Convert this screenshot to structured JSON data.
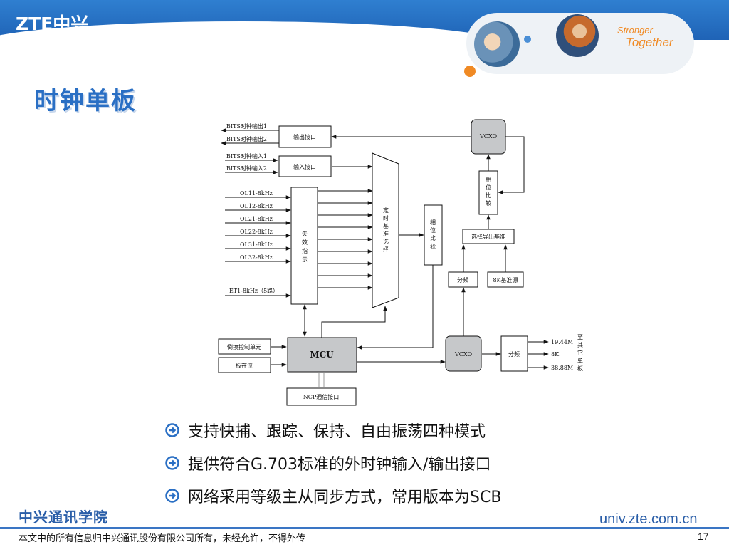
{
  "header": {
    "logo": "ZTE中兴",
    "slogan_line1": "Stronger",
    "slogan_line2": "Together",
    "accent_color": "#1f63b6",
    "slogan_color": "#f08a24"
  },
  "title": "时钟单板",
  "diagram": {
    "signals": {
      "bits_out_1": "BITS时钟输出1",
      "bits_out_2": "BITS时钟输出2",
      "bits_in_1": "BITS时钟输入1",
      "bits_in_2": "BITS时钟输入2",
      "ol11": "OL11-8kHz",
      "ol12": "OL12-8kHz",
      "ol21": "OL21-8kHz",
      "ol22": "OL22-8kHz",
      "ol31": "OL31-8kHz",
      "ol32": "OL32-8kHz",
      "et1": "ET1-8kHz（5路）",
      "out_19m": "19.44M",
      "out_8k": "8K",
      "out_38m": "38.88M"
    },
    "blocks": {
      "output_interface": "输出接口",
      "input_interface": "输入接口",
      "loss_indicator": [
        "失",
        "效",
        "指",
        "示"
      ],
      "timing_select": [
        "定",
        "时",
        "基",
        "准",
        "选",
        "择"
      ],
      "phase_compare_1": [
        "相",
        "位",
        "比",
        "较"
      ],
      "phase_compare_2": [
        "相",
        "位",
        "比",
        "较"
      ],
      "vcxo_top": "VCXO",
      "vcxo_bottom": "VCXO",
      "select_ref": "选择导出基准",
      "divider_1": "分频",
      "ref_8k": "8K基准源",
      "mcu": "MCU",
      "switch_ctrl": "倒换控制单元",
      "board_present": "板在位",
      "ncp_interface": "NCP通信接口",
      "divider_2": "分频",
      "to_other_boards": [
        "至",
        "其",
        "它",
        "单",
        "板"
      ]
    }
  },
  "bullets": [
    "支持快捕、跟踪、保持、自由振荡四种模式",
    "提供符合G.703标准的外时钟输入/输出接口",
    "网络采用等级主从同步方式，常用版本为SCB"
  ],
  "footer": {
    "school": "中兴通讯学院",
    "notice": "本文中的所有信息归中兴通讯股份有限公司所有，未经允许，不得外传",
    "url": "univ.zte.com.cn",
    "page_number": "17"
  }
}
